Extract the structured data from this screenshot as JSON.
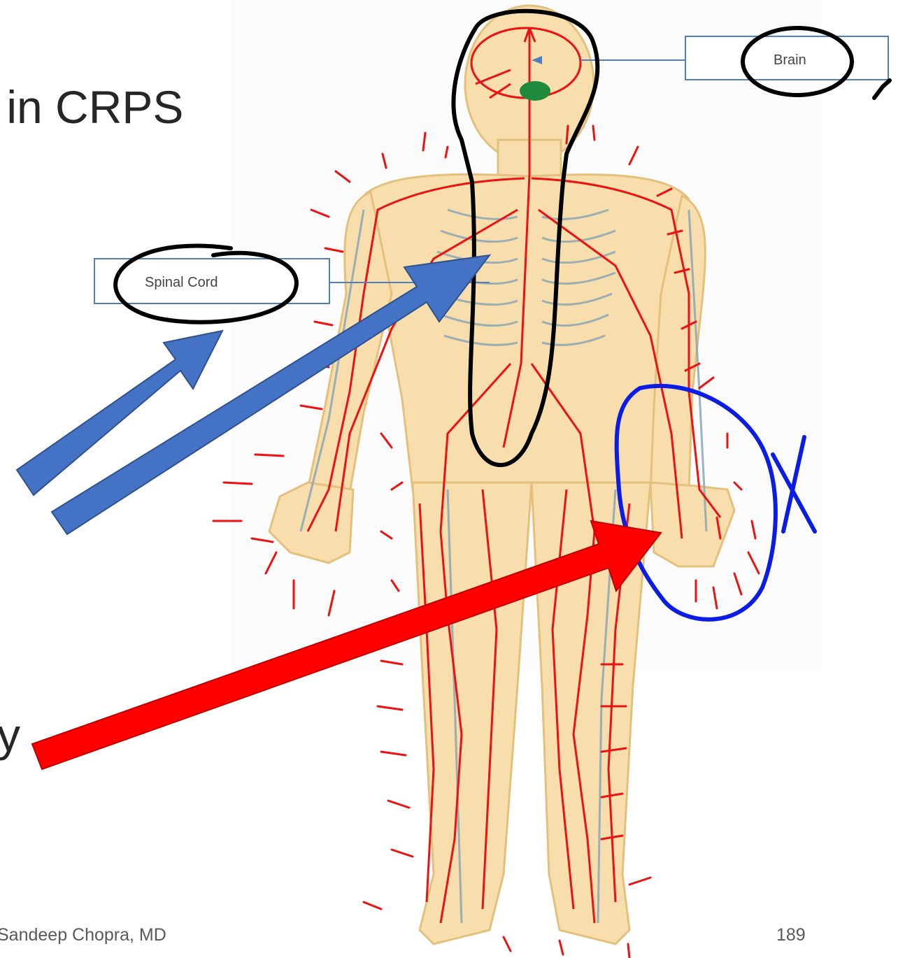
{
  "slide": {
    "title": "Pain in CRPS",
    "bullet_fragment": "y",
    "footer_author": "Sandeep Chopra, MD",
    "page_number": "189"
  },
  "diagram": {
    "labels": {
      "brain": "Brain",
      "spinal_cord": "Spinal Cord"
    }
  },
  "colors": {
    "nerve_red": "#ee1111",
    "annotation_black": "#000000",
    "arrow_blue": "#4472c4",
    "arrow_red": "#ff0000",
    "circle_blue": "#0a1ce6",
    "skin": "#f7deac",
    "skin_outline": "#e3c07c"
  }
}
